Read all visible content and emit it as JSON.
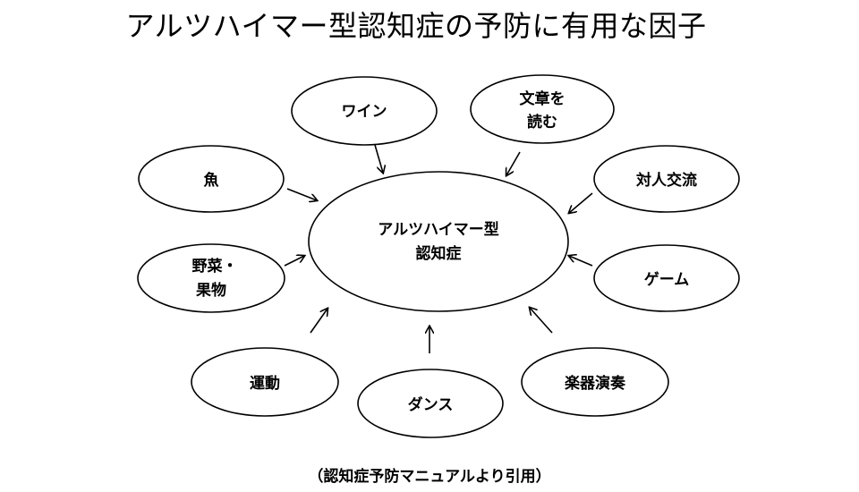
{
  "title": "アルツハイマー型認知症の予防に有用な因子",
  "center": {
    "lines": [
      "アルツハイマー型",
      "認知症"
    ]
  },
  "factors": [
    {
      "id": "wine",
      "lines": [
        "ワイン"
      ]
    },
    {
      "id": "reading",
      "lines": [
        "文章を",
        "読む"
      ]
    },
    {
      "id": "fish",
      "lines": [
        "魚"
      ]
    },
    {
      "id": "social",
      "lines": [
        "対人交流"
      ]
    },
    {
      "id": "vegetables",
      "lines": [
        "野菜・",
        "果物"
      ]
    },
    {
      "id": "game",
      "lines": [
        "ゲーム"
      ]
    },
    {
      "id": "exercise",
      "lines": [
        "運動"
      ]
    },
    {
      "id": "dance",
      "lines": [
        "ダンス"
      ]
    },
    {
      "id": "music",
      "lines": [
        "楽器演奏"
      ]
    }
  ],
  "caption": "（認知症予防マニュアルより引用）"
}
